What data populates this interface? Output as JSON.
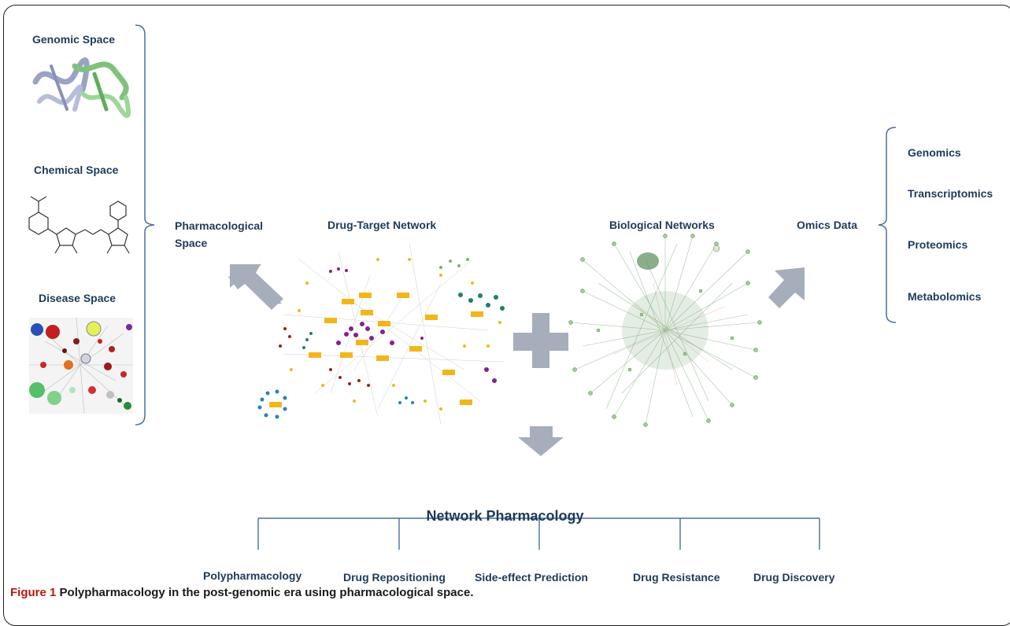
{
  "left_spaces": {
    "genomic": "Genomic Space",
    "chemical": "Chemical Space",
    "disease": "Disease Space"
  },
  "pharmacological_space": "Pharmacological Space",
  "drug_target_network": "Drug-Target Network",
  "biological_networks": "Biological Networks",
  "omics": {
    "label": "Omics Data",
    "items": [
      "Genomics",
      "Transcriptomics",
      "Proteomics",
      "Metabolomics"
    ]
  },
  "title": "Network Pharmacology",
  "applications": [
    "Polypharmacology",
    "Drug Repositioning",
    "Side-effect Prediction",
    "Drug Resistance",
    "Drug Discovery"
  ],
  "caption": {
    "label": "Figure 1",
    "text": "Polypharmacology in the post-genomic era using pharmacological space."
  },
  "colors": {
    "text": "#1f3a5a",
    "arrow": "#a6aebb",
    "caption_label": "#b8170e",
    "bracket": "#4a6fa5"
  }
}
